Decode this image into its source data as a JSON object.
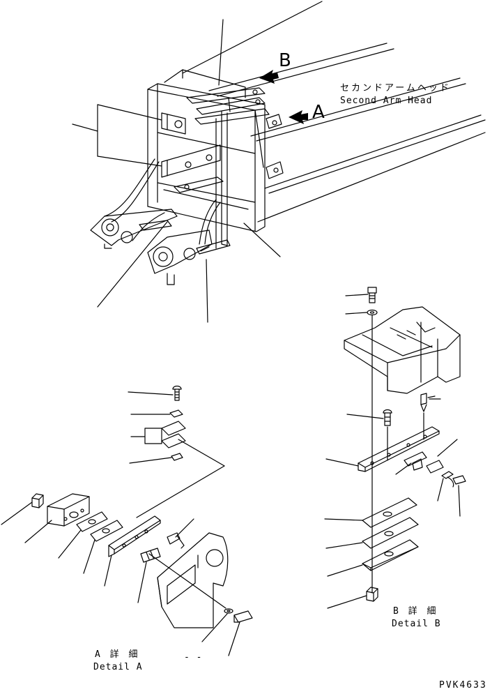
{
  "view_labels": {
    "a": "A",
    "b": "B"
  },
  "head_label": {
    "jp": "セカンドアームヘッド",
    "en": "Second Arm Head"
  },
  "detail_a": {
    "jp": "A 詳 細",
    "en": "Detail A"
  },
  "detail_b": {
    "jp": "B 詳 細",
    "en": "Detail B"
  },
  "dash_mark": "- -",
  "drawing_code": "PVK4633"
}
